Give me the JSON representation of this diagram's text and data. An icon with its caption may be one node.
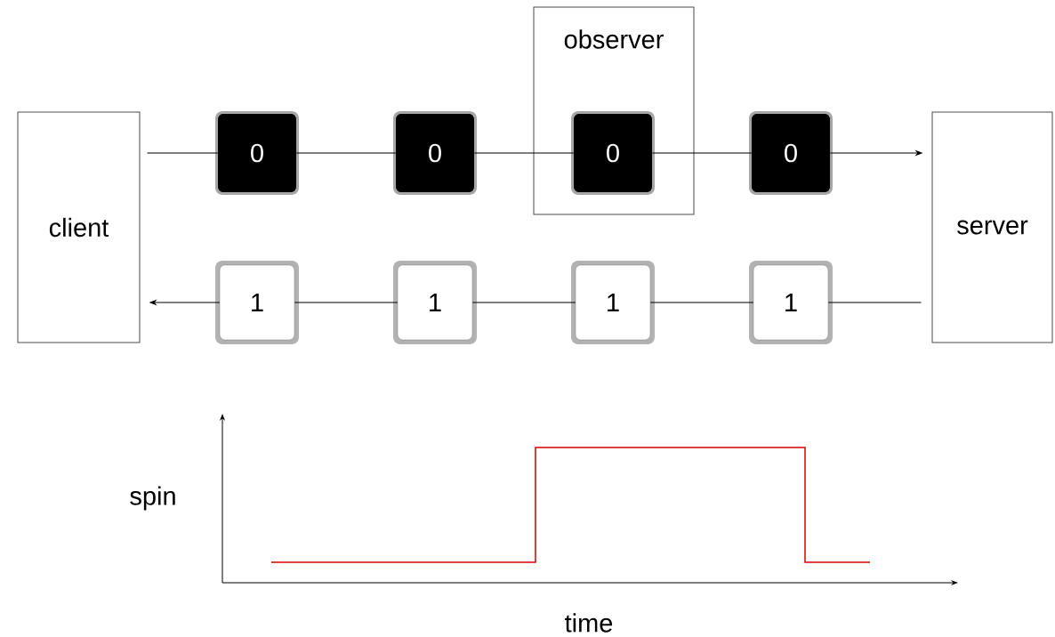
{
  "diagram": {
    "nodes": [
      {
        "text": [
          "client"
        ]
      },
      {
        "text": [
          "server"
        ]
      },
      {
        "text": [
          "observer"
        ]
      },
      {
        "text": [
          "0"
        ]
      },
      {
        "text": [
          "0"
        ]
      },
      {
        "text": [
          "0"
        ],
        "in": 2
      },
      {
        "text": [
          "0"
        ]
      },
      {
        "text": [
          "1"
        ]
      },
      {
        "text": [
          "1"
        ]
      },
      {
        "text": [
          "1"
        ]
      },
      {
        "text": [
          "1"
        ]
      }
    ],
    "edges": [
      {
        "from": 0,
        "to": 3,
        "arrow": "none"
      },
      {
        "from": 3,
        "to": 4,
        "arrow": "none"
      },
      {
        "from": 4,
        "to": 5,
        "arrow": "none"
      },
      {
        "from": 5,
        "to": 6,
        "arrow": "none"
      },
      {
        "from": 6,
        "to": 1,
        "arrow": "to"
      },
      {
        "from": 1,
        "to": 10,
        "arrow": "none"
      },
      {
        "from": 10,
        "to": 9,
        "arrow": "none"
      },
      {
        "from": 9,
        "to": 8,
        "arrow": "none"
      },
      {
        "from": 8,
        "to": 7,
        "arrow": "none"
      },
      {
        "from": 7,
        "to": 0,
        "arrow": "to"
      }
    ],
    "labels": [
      "spin",
      "time"
    ]
  }
}
